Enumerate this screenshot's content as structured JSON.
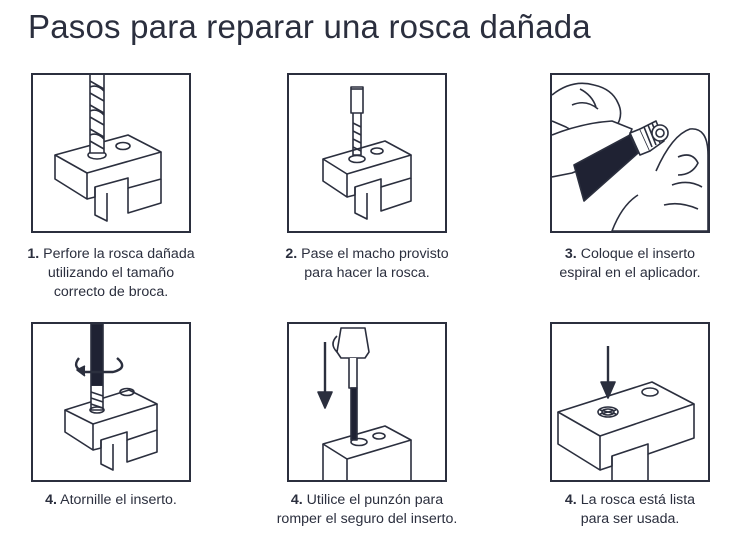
{
  "title": "Pasos para reparar una rosca dañada",
  "colors": {
    "ink": "#2b2f3e",
    "background": "#ffffff",
    "fill_dark": "#1f2233"
  },
  "steps": [
    {
      "number": "1.",
      "line1": "Perfore la rosca dañada",
      "line2": "utilizando el tamaño",
      "line3": "correcto de broca.",
      "icon": "drill-bit-icon"
    },
    {
      "number": "2.",
      "line1": "Pase el macho provisto",
      "line2": "para hacer la rosca.",
      "line3": "",
      "icon": "tap-icon"
    },
    {
      "number": "3.",
      "line1": "Coloque el inserto",
      "line2": "espiral en el aplicador.",
      "line3": "",
      "icon": "hands-applicator-icon"
    },
    {
      "number": "4.",
      "line1": "Atornille el inserto.",
      "line2": "",
      "line3": "",
      "icon": "screw-insert-icon"
    },
    {
      "number": "4.",
      "line1": "Utilice el punzón para",
      "line2": "romper el seguro del inserto.",
      "line3": "",
      "icon": "punch-hammer-icon"
    },
    {
      "number": "4.",
      "line1": "La rosca está lista",
      "line2": "para ser usada.",
      "line3": "",
      "icon": "finished-thread-icon"
    }
  ]
}
